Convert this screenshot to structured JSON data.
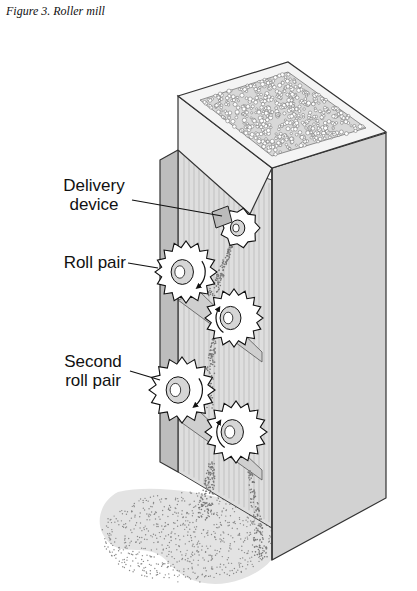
{
  "diagram": {
    "title": "Figure 3. Roller mill",
    "labels": [
      "Delivery device",
      "Roll pair",
      "Second roll pair"
    ]
  }
}
